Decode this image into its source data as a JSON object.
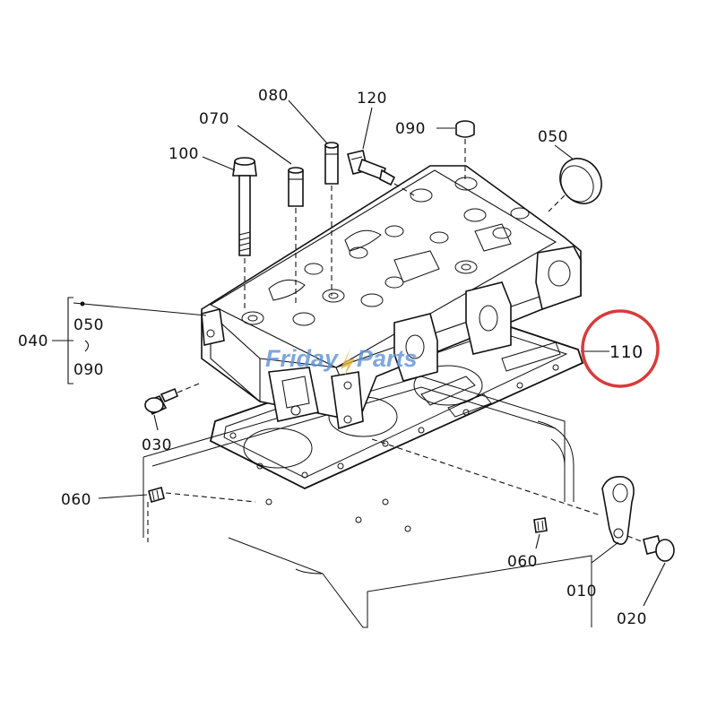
{
  "labels": {
    "p100": "100",
    "p070": "070",
    "p080": "080",
    "p120": "120",
    "p090_top": "090",
    "p050_top": "050",
    "p040": "040",
    "p050_grp": "050",
    "p090_grp": "090",
    "p030": "030",
    "p060_left": "060",
    "p060_right": "060",
    "p110": "110",
    "p010": "010",
    "p020": "020"
  },
  "watermark": {
    "text_a": "Friday",
    "text_b": "Parts"
  },
  "colors": {
    "highlight_circle": "#d93a3a",
    "watermark_blue": "#5b8fd6",
    "watermark_gold": "#e3b23c",
    "line": "#111111"
  }
}
